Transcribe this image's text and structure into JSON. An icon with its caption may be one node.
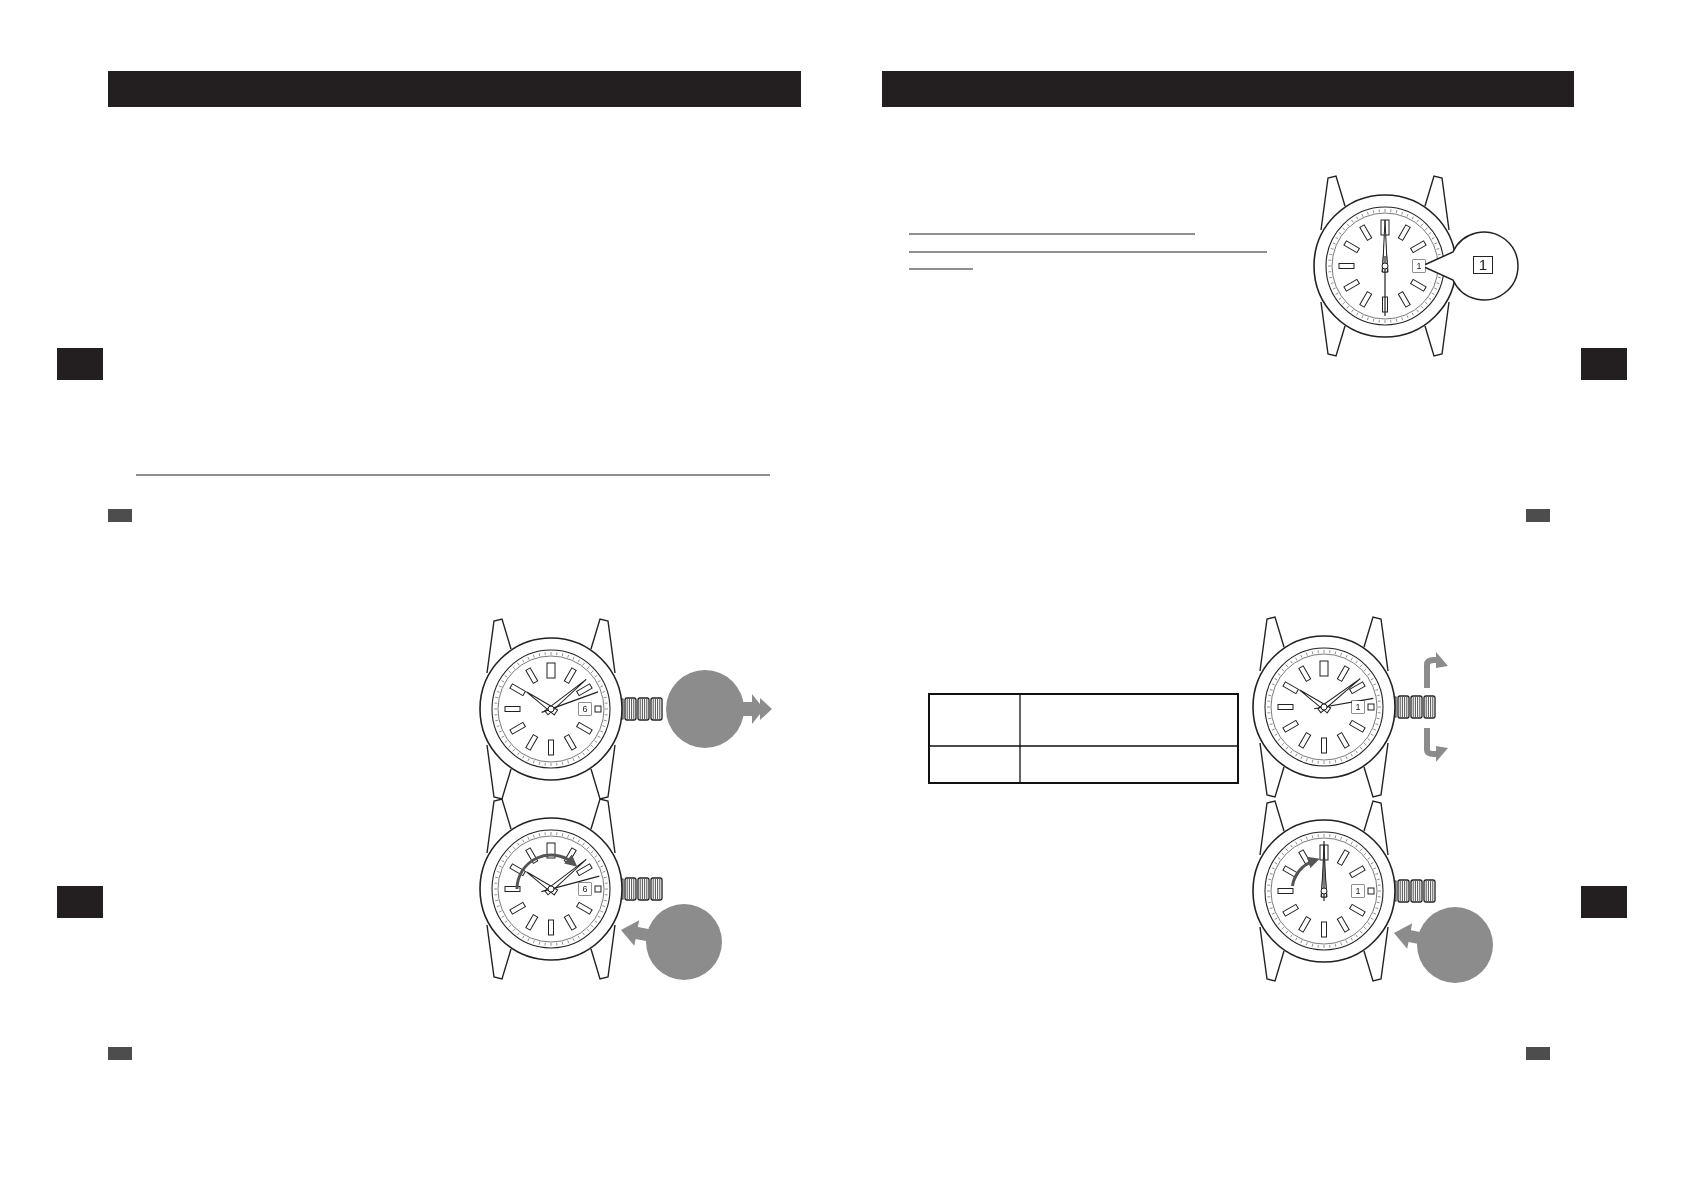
{
  "diagram": {
    "labels": [
      "6",
      "6",
      "1",
      "1",
      "1",
      "1"
    ]
  }
}
